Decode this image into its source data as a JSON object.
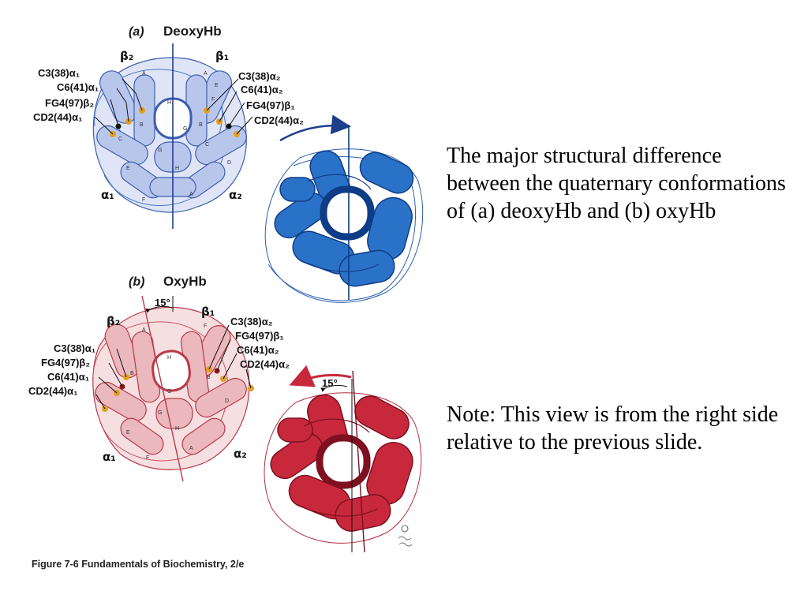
{
  "panels": {
    "deoxy": {
      "letter": "(a)",
      "title": "DeoxyHb",
      "beta2": "β₂",
      "beta1": "β₁",
      "alpha1": "α₁",
      "alpha2": "α₂",
      "left_labels": [
        "C3(38)α₁",
        "C6(41)α₁",
        "FG4(97)β₂",
        "CD2(44)α₁"
      ],
      "right_labels": [
        "C3(38)α₂",
        "C6(41)α₂",
        "FG4(97)β₁",
        "CD2(44)α₂"
      ]
    },
    "oxy": {
      "letter": "(b)",
      "title": "OxyHb",
      "angle_top": "15°",
      "angle_side": "15°",
      "beta2": "β₂",
      "beta1": "β₁",
      "alpha1": "α₁",
      "alpha2": "α₂",
      "left_labels": [
        "C3(38)α₁",
        "FG4(97)β₂",
        "C6(41)α₁",
        "CD2(44)α₁"
      ],
      "right_labels": [
        "C3(38)α₂",
        "FG4(97)β₁",
        "C6(41)α₂",
        "CD2(44)α₂"
      ]
    }
  },
  "text": {
    "description": "The major structural difference between the quaternary conformations of (a) deoxyHb and (b) oxyHb",
    "note": "Note: This view is from the right side relative to the previous slide."
  },
  "caption": "Figure 7-6  Fundamentals of Biochemistry, 2/e",
  "colors": {
    "deoxy_fill": "#b9c6ec",
    "deoxy_stroke": "#3d5fb0",
    "deoxy_side": "#2a72c8",
    "oxy_fill": "#eab8bd",
    "oxy_stroke": "#b83a48",
    "oxy_side": "#c8283c",
    "dot": "#e0a020"
  }
}
